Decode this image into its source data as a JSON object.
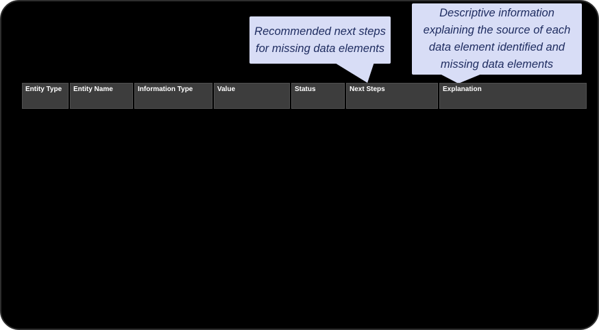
{
  "colors": {
    "canvas_bg": "#000000",
    "canvas_border": "#2e2e2e",
    "callout_bg": "#d8ddf6",
    "callout_text": "#1d2b5f",
    "header_bg": "#3d3d3d",
    "header_border": "#505050",
    "header_text": "#ffffff"
  },
  "callouts": {
    "next_steps": {
      "text": "Recommended next steps for missing data elements",
      "lines": [
        "Recommended next steps",
        "for missing data elements"
      ]
    },
    "explanation": {
      "text": "Descriptive information explaining the source of each data element identified and missing data elements",
      "lines": [
        "Descriptive information",
        "explaining the source of each",
        "data element identified and",
        "missing data elements"
      ]
    }
  },
  "table": {
    "columns": [
      {
        "label": "Entity Type"
      },
      {
        "label": "Entity Name"
      },
      {
        "label": "Information Type"
      },
      {
        "label": "Value"
      },
      {
        "label": "Status"
      },
      {
        "label": "Next Steps"
      },
      {
        "label": "Explanation"
      }
    ]
  }
}
